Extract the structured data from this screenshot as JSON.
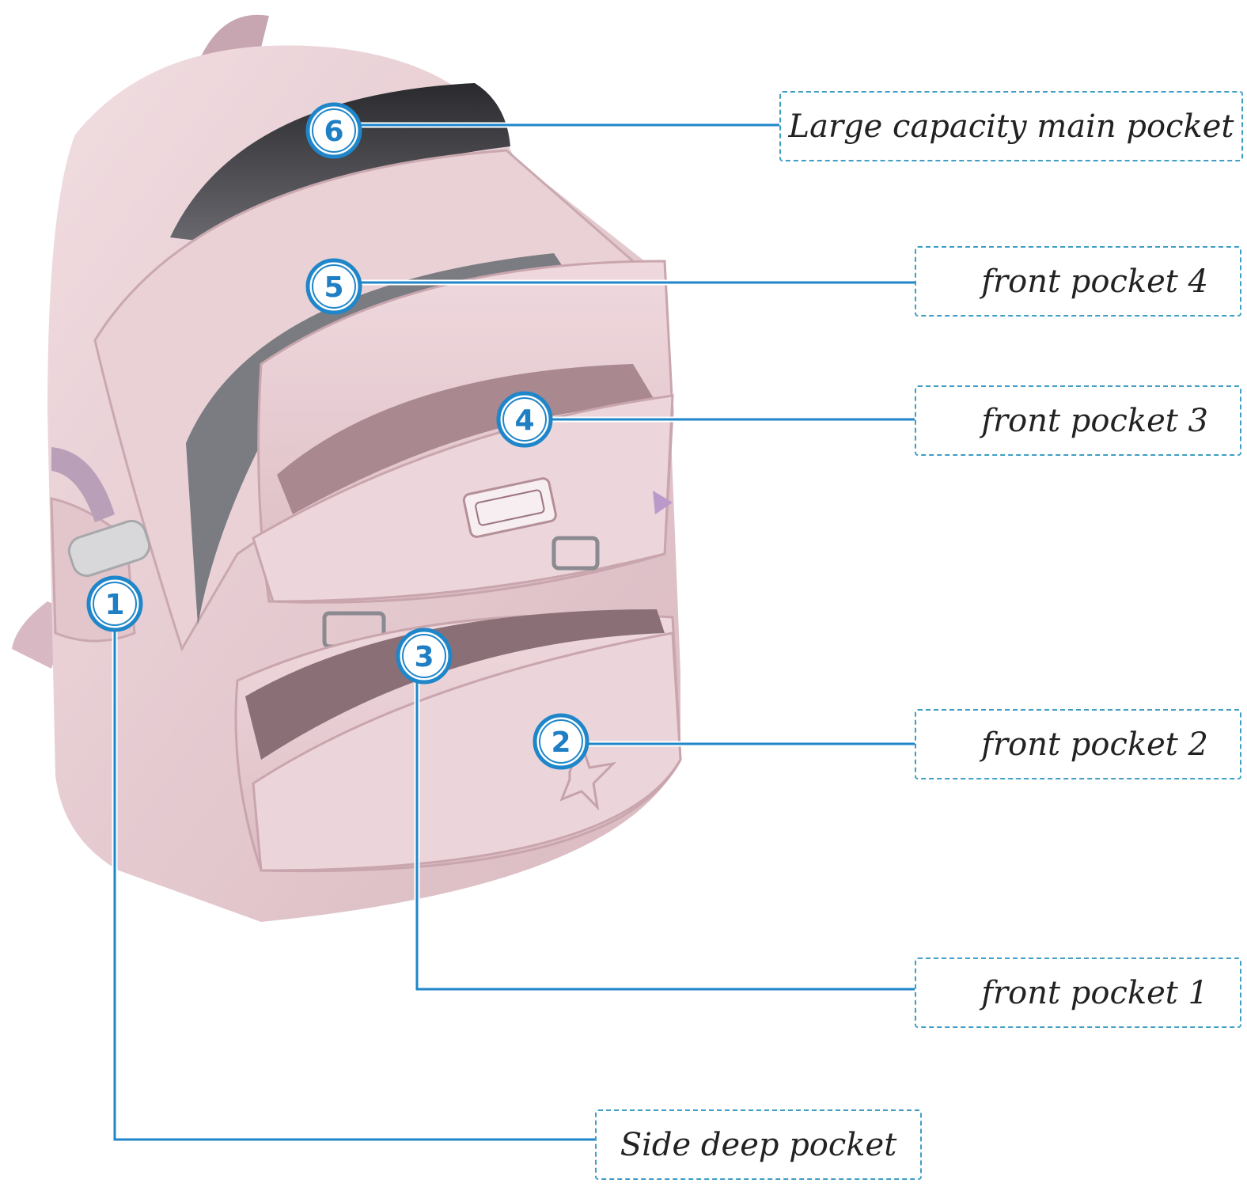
{
  "labels": {
    "main": "Large capacity main pocket",
    "front4": "front pocket 4",
    "front3": "front pocket 3",
    "front2": "front pocket 2",
    "front1": "front pocket 1",
    "side": "Side deep pocket"
  },
  "markers": {
    "m1": "1",
    "m2": "2",
    "m3": "3",
    "m4": "4",
    "m5": "5",
    "m6": "6"
  },
  "colors": {
    "accent": "#1f7fc4",
    "box_border": "#3f9ec4",
    "bag": "#e7cfd4"
  }
}
